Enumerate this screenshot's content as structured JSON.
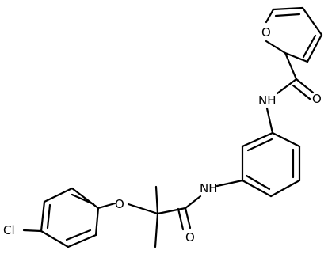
{
  "molecule": {
    "atom_labels": {
      "furan_oxygen": "O",
      "upper_amide_nh": "NH",
      "upper_carbonyl_oxygen": "O",
      "lower_amide_nh": "NH",
      "lower_carbonyl_oxygen": "O",
      "ether_oxygen": "O",
      "chlorine": "Cl"
    }
  },
  "colors": {
    "bond": "#000000",
    "label": "#000000",
    "background": "#ffffff"
  }
}
